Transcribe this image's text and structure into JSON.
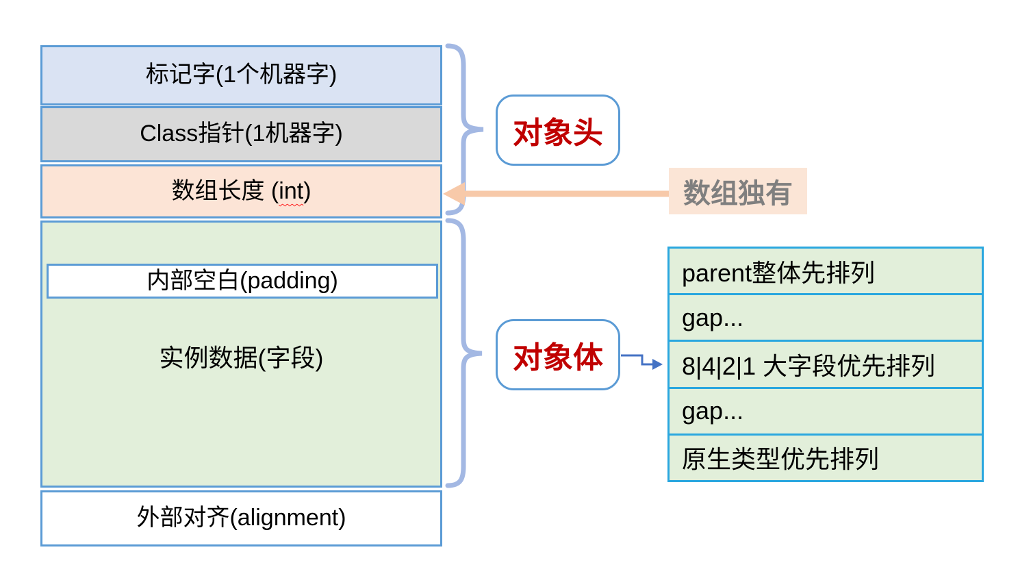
{
  "stack": {
    "mark_word": "标记字(1个机器字)",
    "class_pointer": "Class指针(1机器字)",
    "array_length": {
      "prefix": "数组长度 (",
      "keyword": "int",
      "suffix": ")"
    },
    "padding": "内部空白(padding)",
    "instance_data": "实例数据(字段)",
    "alignment": "外部对齐(alignment)"
  },
  "callouts": {
    "object_header": "对象头",
    "object_body": "对象体",
    "array_only": "数组独有"
  },
  "field_order_table": {
    "rows": [
      "parent整体先排列",
      "gap...",
      "8|4|2|1 大字段优先排列",
      "gap...",
      "原生类型优先排列"
    ]
  },
  "colors": {
    "box_border": "#5b9bd5",
    "mark_word_fill": "#dae3f3",
    "class_pointer_fill": "#d9d9d9",
    "array_length_fill": "#fce4d6",
    "object_body_fill": "#e2efda",
    "table_border": "#2aa7df",
    "table_row_fill": "#e2efda",
    "brace_stroke": "#a3b8e3",
    "callout_text": "#c00000",
    "array_only_fill": "#fbe5d6",
    "array_only_text": "#7f7f7f",
    "orange_arrow": "#f7c9a9",
    "blue_arrow": "#4472c4",
    "wavy_underline": "#ff2020"
  }
}
